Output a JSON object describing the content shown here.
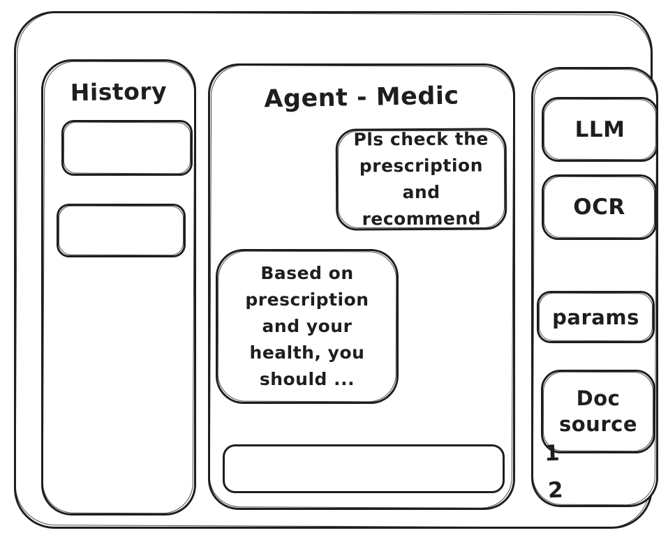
{
  "app": {
    "background": "#ffffff",
    "ink_color": "#1e1e1e"
  },
  "history_panel": {
    "title": "History",
    "items": [
      {
        "label": ""
      },
      {
        "label": ""
      }
    ]
  },
  "chat_panel": {
    "title": "Agent - Medic",
    "messages": [
      {
        "role": "user",
        "text": "Pls check the\nprescription\nand recommend"
      },
      {
        "role": "assistant",
        "text": "Based on\nprescription\nand your\nhealth, you\nshould ..."
      }
    ],
    "input_value": ""
  },
  "tools_panel": {
    "buttons": [
      {
        "label": "LLM"
      },
      {
        "label": "OCR"
      },
      {
        "label": "params"
      },
      {
        "label": "Doc source"
      }
    ],
    "doc_source_numbers": [
      "1",
      "2"
    ]
  }
}
